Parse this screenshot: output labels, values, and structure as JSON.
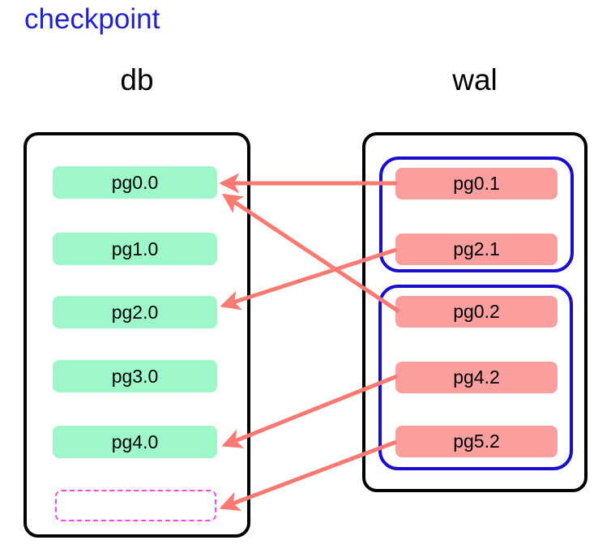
{
  "title": "checkpoint",
  "db": {
    "label": "db",
    "pages": [
      "pg0.0",
      "pg1.0",
      "pg2.0",
      "pg3.0",
      "pg4.0"
    ],
    "empty_slot": ""
  },
  "wal": {
    "label": "wal",
    "groups": [
      {
        "entries": [
          "pg0.1",
          "pg2.1"
        ]
      },
      {
        "entries": [
          "pg0.2",
          "pg4.2",
          "pg5.2"
        ]
      }
    ]
  },
  "arrows": [
    {
      "from": "pg0.1",
      "to": "pg0.0"
    },
    {
      "from": "pg2.1",
      "to": "pg2.0"
    },
    {
      "from": "pg0.2",
      "to": "pg0.0"
    },
    {
      "from": "pg4.2",
      "to": "pg4.0"
    },
    {
      "from": "pg5.2",
      "to": "empty-slot"
    }
  ],
  "colors": {
    "title_blue": "#2222cc",
    "db_page_green": "#9df7c8",
    "wal_entry_pink": "#fb9e9e",
    "arrow_salmon": "#f87a72",
    "group_border_blue": "#1a0dcc",
    "empty_slot_magenta": "#ff45e6",
    "container_border": "#000000"
  }
}
